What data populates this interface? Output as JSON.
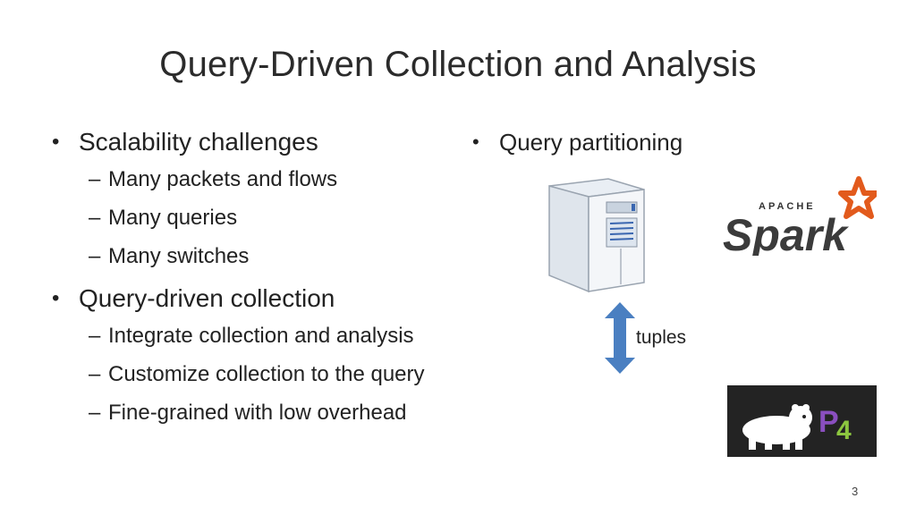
{
  "title": "Query-Driven Collection and Analysis",
  "left_column": {
    "bullets": [
      {
        "text": "Scalability challenges",
        "subs": [
          "Many packets and flows",
          "Many queries",
          "Many switches"
        ]
      },
      {
        "text": "Query-driven collection",
        "subs": [
          "Integrate collection and analysis",
          "Customize collection to the query",
          "Fine-grained with low overhead"
        ]
      }
    ]
  },
  "right_column": {
    "bullet": "Query partitioning",
    "arrow_label": "tuples",
    "logos": [
      "server-icon",
      "apache-spark-logo",
      "p4-logo"
    ],
    "spark_small_text": "APACHE",
    "spark_word": "Spark",
    "p4_text": "P4"
  },
  "page_number": "3",
  "colors": {
    "arrow": "#4a7fc1",
    "spark_star": "#e25a1c",
    "p4_purple": "#8a4fbf",
    "p4_green": "#8cc63f"
  }
}
